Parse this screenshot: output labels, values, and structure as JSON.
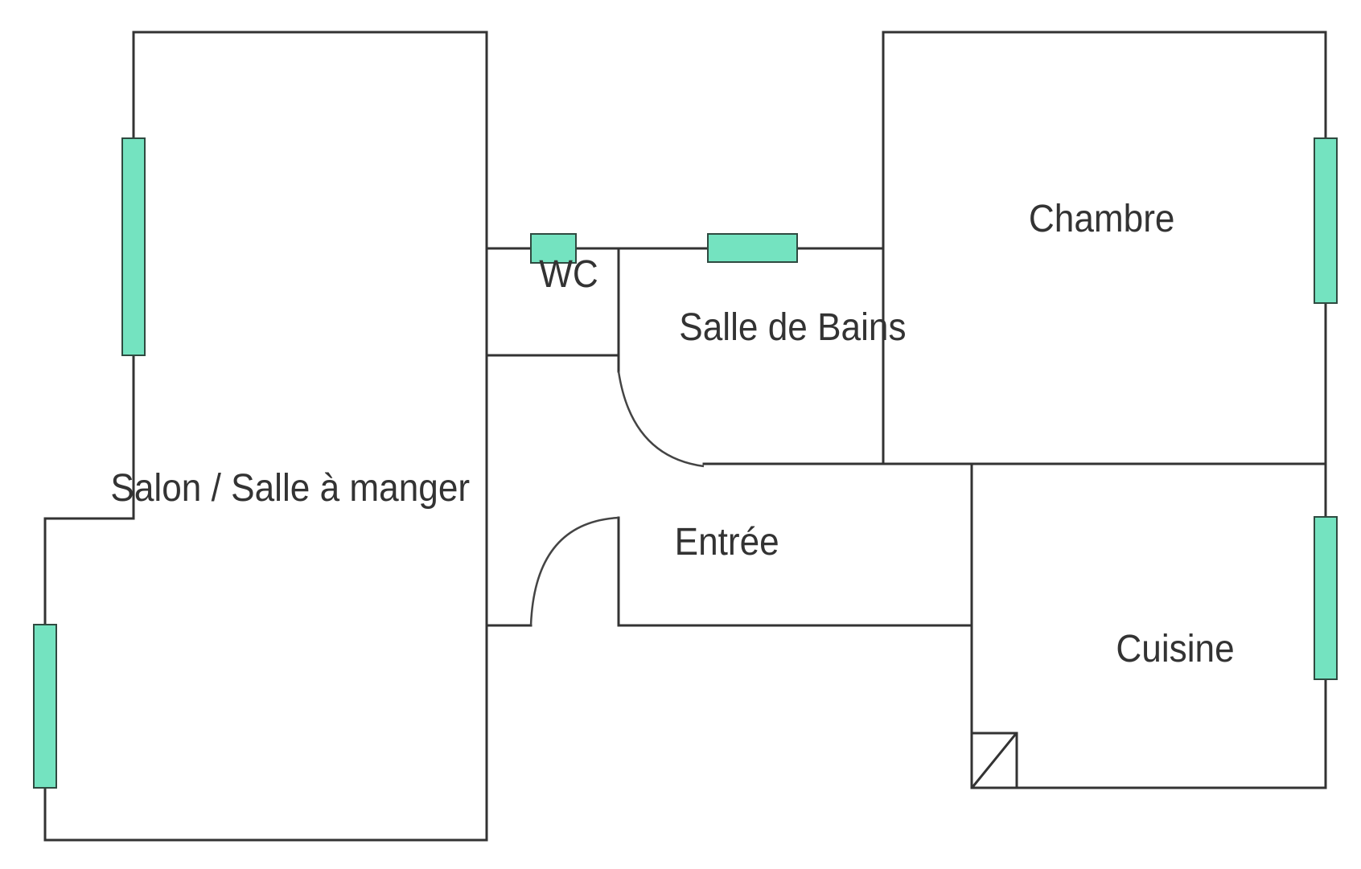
{
  "plan": {
    "colors": {
      "wall": "#333333",
      "window_fill": "#74e3c0",
      "window_stroke": "#2f4a40",
      "background": "#ffffff"
    },
    "rooms": {
      "salon": "Salon / Salle à manger",
      "wc": "WC",
      "bathroom": "Salle de Bains",
      "bedroom": "Chambre",
      "entrance": "Entrée",
      "kitchen": "Cuisine"
    }
  }
}
